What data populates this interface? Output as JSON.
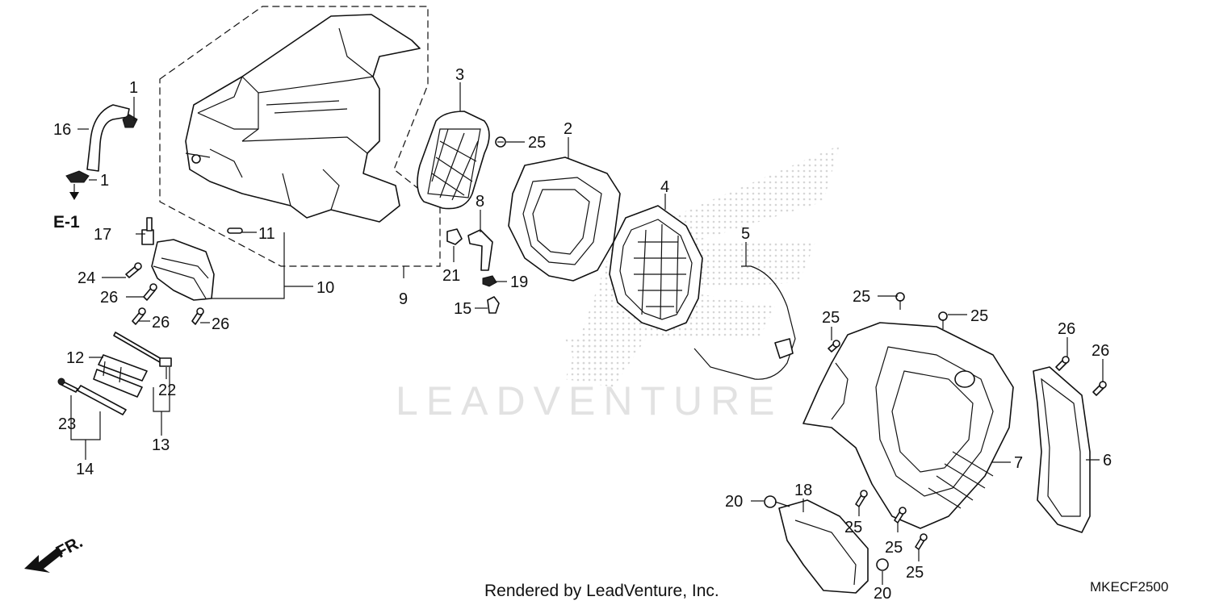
{
  "callouts": [
    {
      "id": "c1a",
      "text": "1"
    },
    {
      "id": "c1b",
      "text": "1"
    },
    {
      "id": "c16",
      "text": "16"
    },
    {
      "id": "c17",
      "text": "17"
    },
    {
      "id": "c24",
      "text": "24"
    },
    {
      "id": "c11",
      "text": "11"
    },
    {
      "id": "c10",
      "text": "10"
    },
    {
      "id": "c9",
      "text": "9"
    },
    {
      "id": "c26a",
      "text": "26"
    },
    {
      "id": "c26b",
      "text": "26"
    },
    {
      "id": "c26c",
      "text": "26"
    },
    {
      "id": "c12",
      "text": "12"
    },
    {
      "id": "c22",
      "text": "22"
    },
    {
      "id": "c23",
      "text": "23"
    },
    {
      "id": "c13",
      "text": "13"
    },
    {
      "id": "c14",
      "text": "14"
    },
    {
      "id": "c3",
      "text": "3"
    },
    {
      "id": "c25a",
      "text": "25"
    },
    {
      "id": "c2",
      "text": "2"
    },
    {
      "id": "c8",
      "text": "8"
    },
    {
      "id": "c21",
      "text": "21"
    },
    {
      "id": "c19",
      "text": "19"
    },
    {
      "id": "c15",
      "text": "15"
    },
    {
      "id": "c4",
      "text": "4"
    },
    {
      "id": "c5",
      "text": "5"
    },
    {
      "id": "c25b",
      "text": "25"
    },
    {
      "id": "c25c",
      "text": "25"
    },
    {
      "id": "c25d",
      "text": "25"
    },
    {
      "id": "c26d",
      "text": "26"
    },
    {
      "id": "c26e",
      "text": "26"
    },
    {
      "id": "c7",
      "text": "7"
    },
    {
      "id": "c6",
      "text": "6"
    },
    {
      "id": "c18",
      "text": "18"
    },
    {
      "id": "c20a",
      "text": "20"
    },
    {
      "id": "c20b",
      "text": "20"
    },
    {
      "id": "c25e",
      "text": "25"
    },
    {
      "id": "c25f",
      "text": "25"
    },
    {
      "id": "c25g",
      "text": "25"
    }
  ],
  "reference": "E-1",
  "front_marker": "FR.",
  "watermark": "LEADVENTURE",
  "footer": "Rendered by LeadVenture, Inc.",
  "diagram_code": "MKECF2500"
}
